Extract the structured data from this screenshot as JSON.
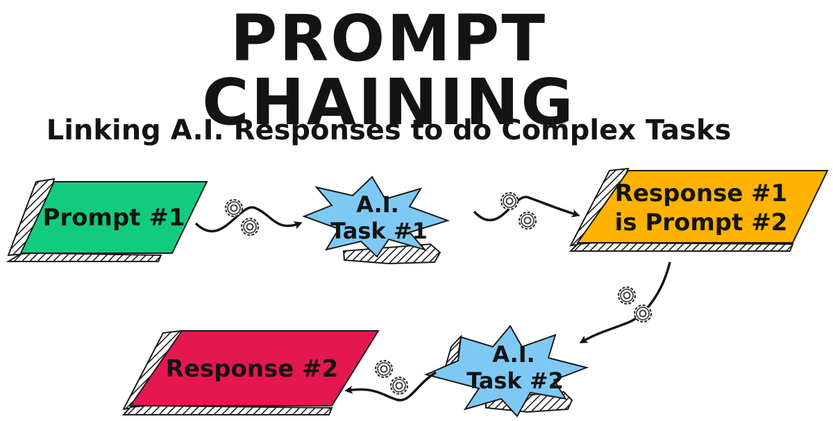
{
  "title": "PROMPT CHAINING",
  "subtitle": "Linking A.I. Responses to do Complex Tasks",
  "steps": {
    "prompt1": {
      "label": "Prompt #1",
      "color": "#12cc7e"
    },
    "task1": {
      "line1": "A.I.",
      "line2": "Task #1",
      "color": "#7ec9f4"
    },
    "response1": {
      "line1": "Response #1",
      "line2": "is Prompt #2",
      "color": "#fdb300"
    },
    "task2": {
      "line1": "A.I.",
      "line2": "Task #2",
      "color": "#7ec9f4"
    },
    "response2": {
      "label": "Response #2",
      "color": "#e4174f"
    }
  },
  "connector_icon": "gear-icon"
}
